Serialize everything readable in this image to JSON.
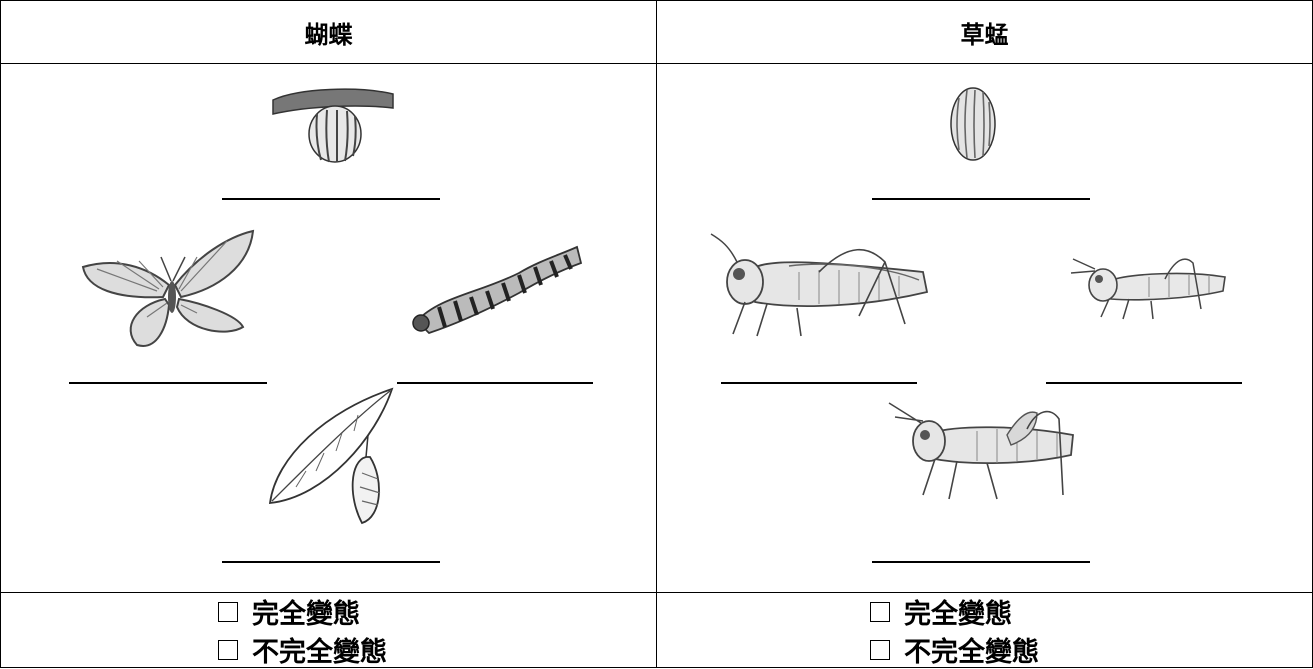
{
  "table": {
    "columns": [
      {
        "header": "蝴蝶"
      },
      {
        "header": "草蜢"
      }
    ]
  },
  "illustrations": {
    "butterfly_stages": [
      "egg-icon",
      "caterpillar-icon",
      "chrysalis-icon",
      "butterfly-icon"
    ],
    "grasshopper_stages": [
      "egg-icon",
      "nymph-icon",
      "nymph-icon",
      "adult-grasshopper-icon"
    ]
  },
  "options": {
    "left": [
      "完全變態",
      "不完全變態"
    ],
    "right": [
      "完全變態",
      "不完全變態"
    ]
  },
  "colors": {
    "ink": "#000000",
    "sketch": "#555555",
    "shade": "#999999"
  }
}
